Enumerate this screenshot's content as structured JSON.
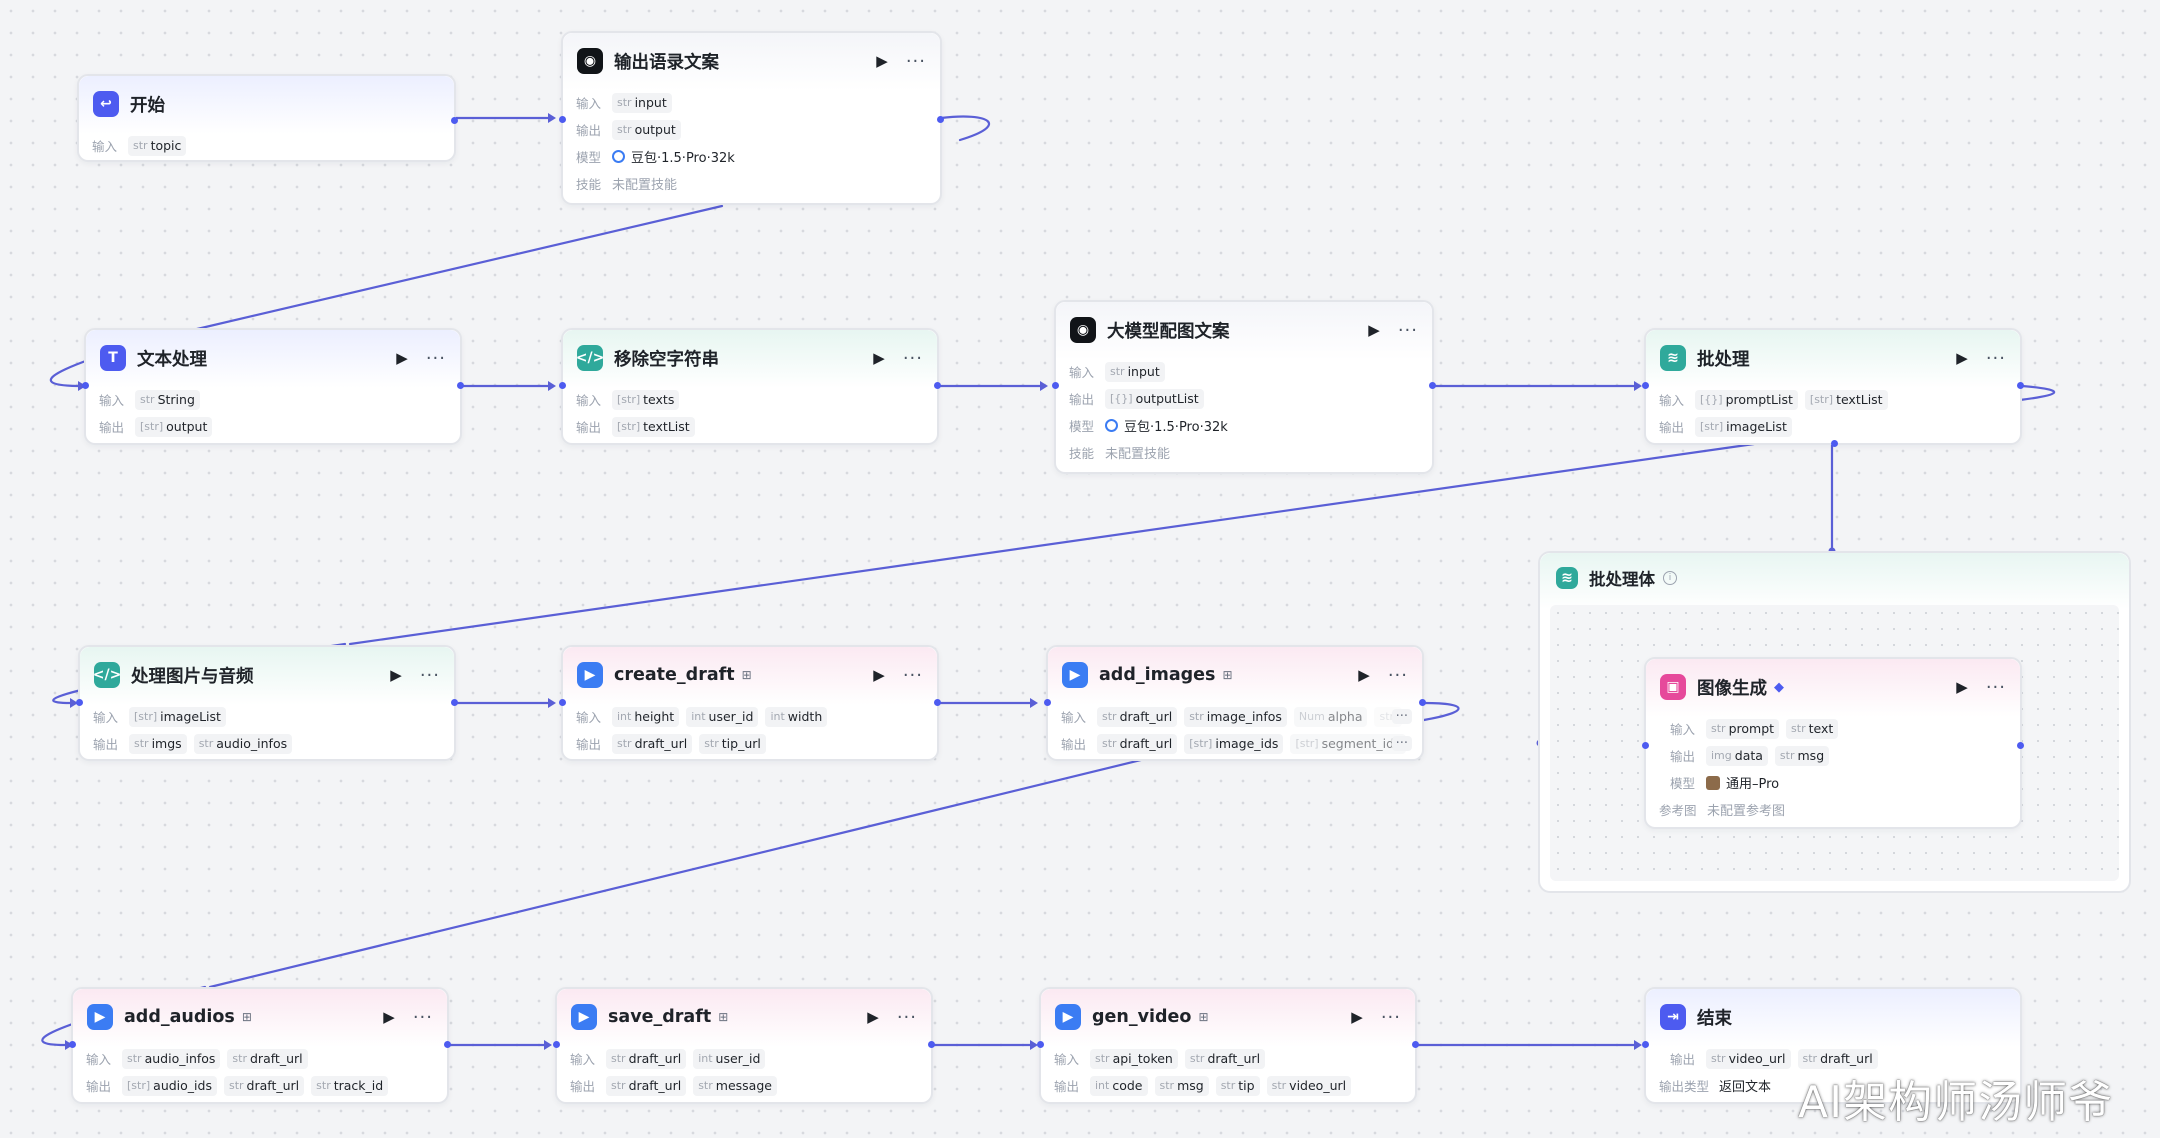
{
  "colors": {
    "edge": "#5a5fd6",
    "port": "#4d5bf0",
    "canvas": "#f3f4f6"
  },
  "labels": {
    "input": "输入",
    "output": "输出",
    "model": "模型",
    "skill": "技能",
    "ref": "参考图",
    "output_type": "输出类型"
  },
  "nodes": {
    "start": {
      "title": "开始",
      "icon": "start-icon",
      "in": [
        {
          "t": "str",
          "v": "topic"
        }
      ]
    },
    "copy": {
      "title": "输出语录文案",
      "icon": "llm-icon",
      "in": [
        {
          "t": "str",
          "v": "input"
        }
      ],
      "out": [
        {
          "t": "str",
          "v": "output"
        }
      ],
      "model": "豆包·1.5·Pro·32k",
      "skill": "未配置技能"
    },
    "text": {
      "title": "文本处理",
      "icon": "text-process-icon",
      "in": [
        {
          "t": "str",
          "v": "String"
        }
      ],
      "out": [
        {
          "t": "[str]",
          "v": "output"
        }
      ]
    },
    "strip": {
      "title": "移除空字符串",
      "icon": "code-icon",
      "in": [
        {
          "t": "[str]",
          "v": "texts"
        }
      ],
      "out": [
        {
          "t": "[str]",
          "v": "textList"
        }
      ]
    },
    "llm2": {
      "title": "大模型配图文案",
      "icon": "llm-icon",
      "in": [
        {
          "t": "str",
          "v": "input"
        }
      ],
      "out": [
        {
          "t": "[{}]",
          "v": "outputList"
        }
      ],
      "model": "豆包·1.5·Pro·32k",
      "skill": "未配置技能"
    },
    "batch": {
      "title": "批处理",
      "icon": "batch-icon",
      "in": [
        {
          "t": "[{}]",
          "v": "promptList"
        },
        {
          "t": "[str]",
          "v": "textList"
        }
      ],
      "out": [
        {
          "t": "[str]",
          "v": "imageList"
        }
      ]
    },
    "batchbody": {
      "title": "批处理体"
    },
    "imggen": {
      "title": "图像生成",
      "icon": "image-gen-icon",
      "in": [
        {
          "t": "str",
          "v": "prompt"
        },
        {
          "t": "str",
          "v": "text"
        }
      ],
      "out": [
        {
          "t": "img",
          "v": "data"
        },
        {
          "t": "str",
          "v": "msg"
        }
      ],
      "model": "通用–Pro",
      "ref": "未配置参考图"
    },
    "proc": {
      "title": "处理图片与音频",
      "icon": "code-icon",
      "in": [
        {
          "t": "[str]",
          "v": "imageList"
        }
      ],
      "out": [
        {
          "t": "str",
          "v": "imgs"
        },
        {
          "t": "str",
          "v": "audio_infos"
        }
      ]
    },
    "create": {
      "title": "create_draft",
      "icon": "plugin-play-icon",
      "in": [
        {
          "t": "int",
          "v": "height"
        },
        {
          "t": "int",
          "v": "user_id"
        },
        {
          "t": "int",
          "v": "width"
        }
      ],
      "out": [
        {
          "t": "str",
          "v": "draft_url"
        },
        {
          "t": "str",
          "v": "tip_url"
        }
      ]
    },
    "addimg": {
      "title": "add_images",
      "icon": "plugin-play-icon",
      "in": [
        {
          "t": "str",
          "v": "draft_url"
        },
        {
          "t": "str",
          "v": "image_infos"
        },
        {
          "t": "Num",
          "v": "alpha"
        },
        {
          "t": "str",
          "v": ""
        }
      ],
      "out": [
        {
          "t": "str",
          "v": "draft_url"
        },
        {
          "t": "[str]",
          "v": "image_ids"
        },
        {
          "t": "[str]",
          "v": "segment_ids"
        }
      ]
    },
    "addaud": {
      "title": "add_audios",
      "icon": "plugin-play-icon",
      "in": [
        {
          "t": "str",
          "v": "audio_infos"
        },
        {
          "t": "str",
          "v": "draft_url"
        }
      ],
      "out": [
        {
          "t": "[str]",
          "v": "audio_ids"
        },
        {
          "t": "str",
          "v": "draft_url"
        },
        {
          "t": "str",
          "v": "track_id"
        }
      ]
    },
    "save": {
      "title": "save_draft",
      "icon": "plugin-play-icon",
      "in": [
        {
          "t": "str",
          "v": "draft_url"
        },
        {
          "t": "int",
          "v": "user_id"
        }
      ],
      "out": [
        {
          "t": "str",
          "v": "draft_url"
        },
        {
          "t": "str",
          "v": "message"
        }
      ]
    },
    "gen": {
      "title": "gen_video",
      "icon": "plugin-play-icon",
      "in": [
        {
          "t": "str",
          "v": "api_token"
        },
        {
          "t": "str",
          "v": "draft_url"
        }
      ],
      "out": [
        {
          "t": "int",
          "v": "code"
        },
        {
          "t": "str",
          "v": "msg"
        },
        {
          "t": "str",
          "v": "tip"
        },
        {
          "t": "str",
          "v": "video_url"
        }
      ]
    },
    "end": {
      "title": "结束",
      "icon": "end-icon",
      "out": [
        {
          "t": "str",
          "v": "video_url"
        },
        {
          "t": "str",
          "v": "draft_url"
        }
      ],
      "output_type": "返回文本"
    }
  },
  "watermark": "AI架构师汤师爷"
}
